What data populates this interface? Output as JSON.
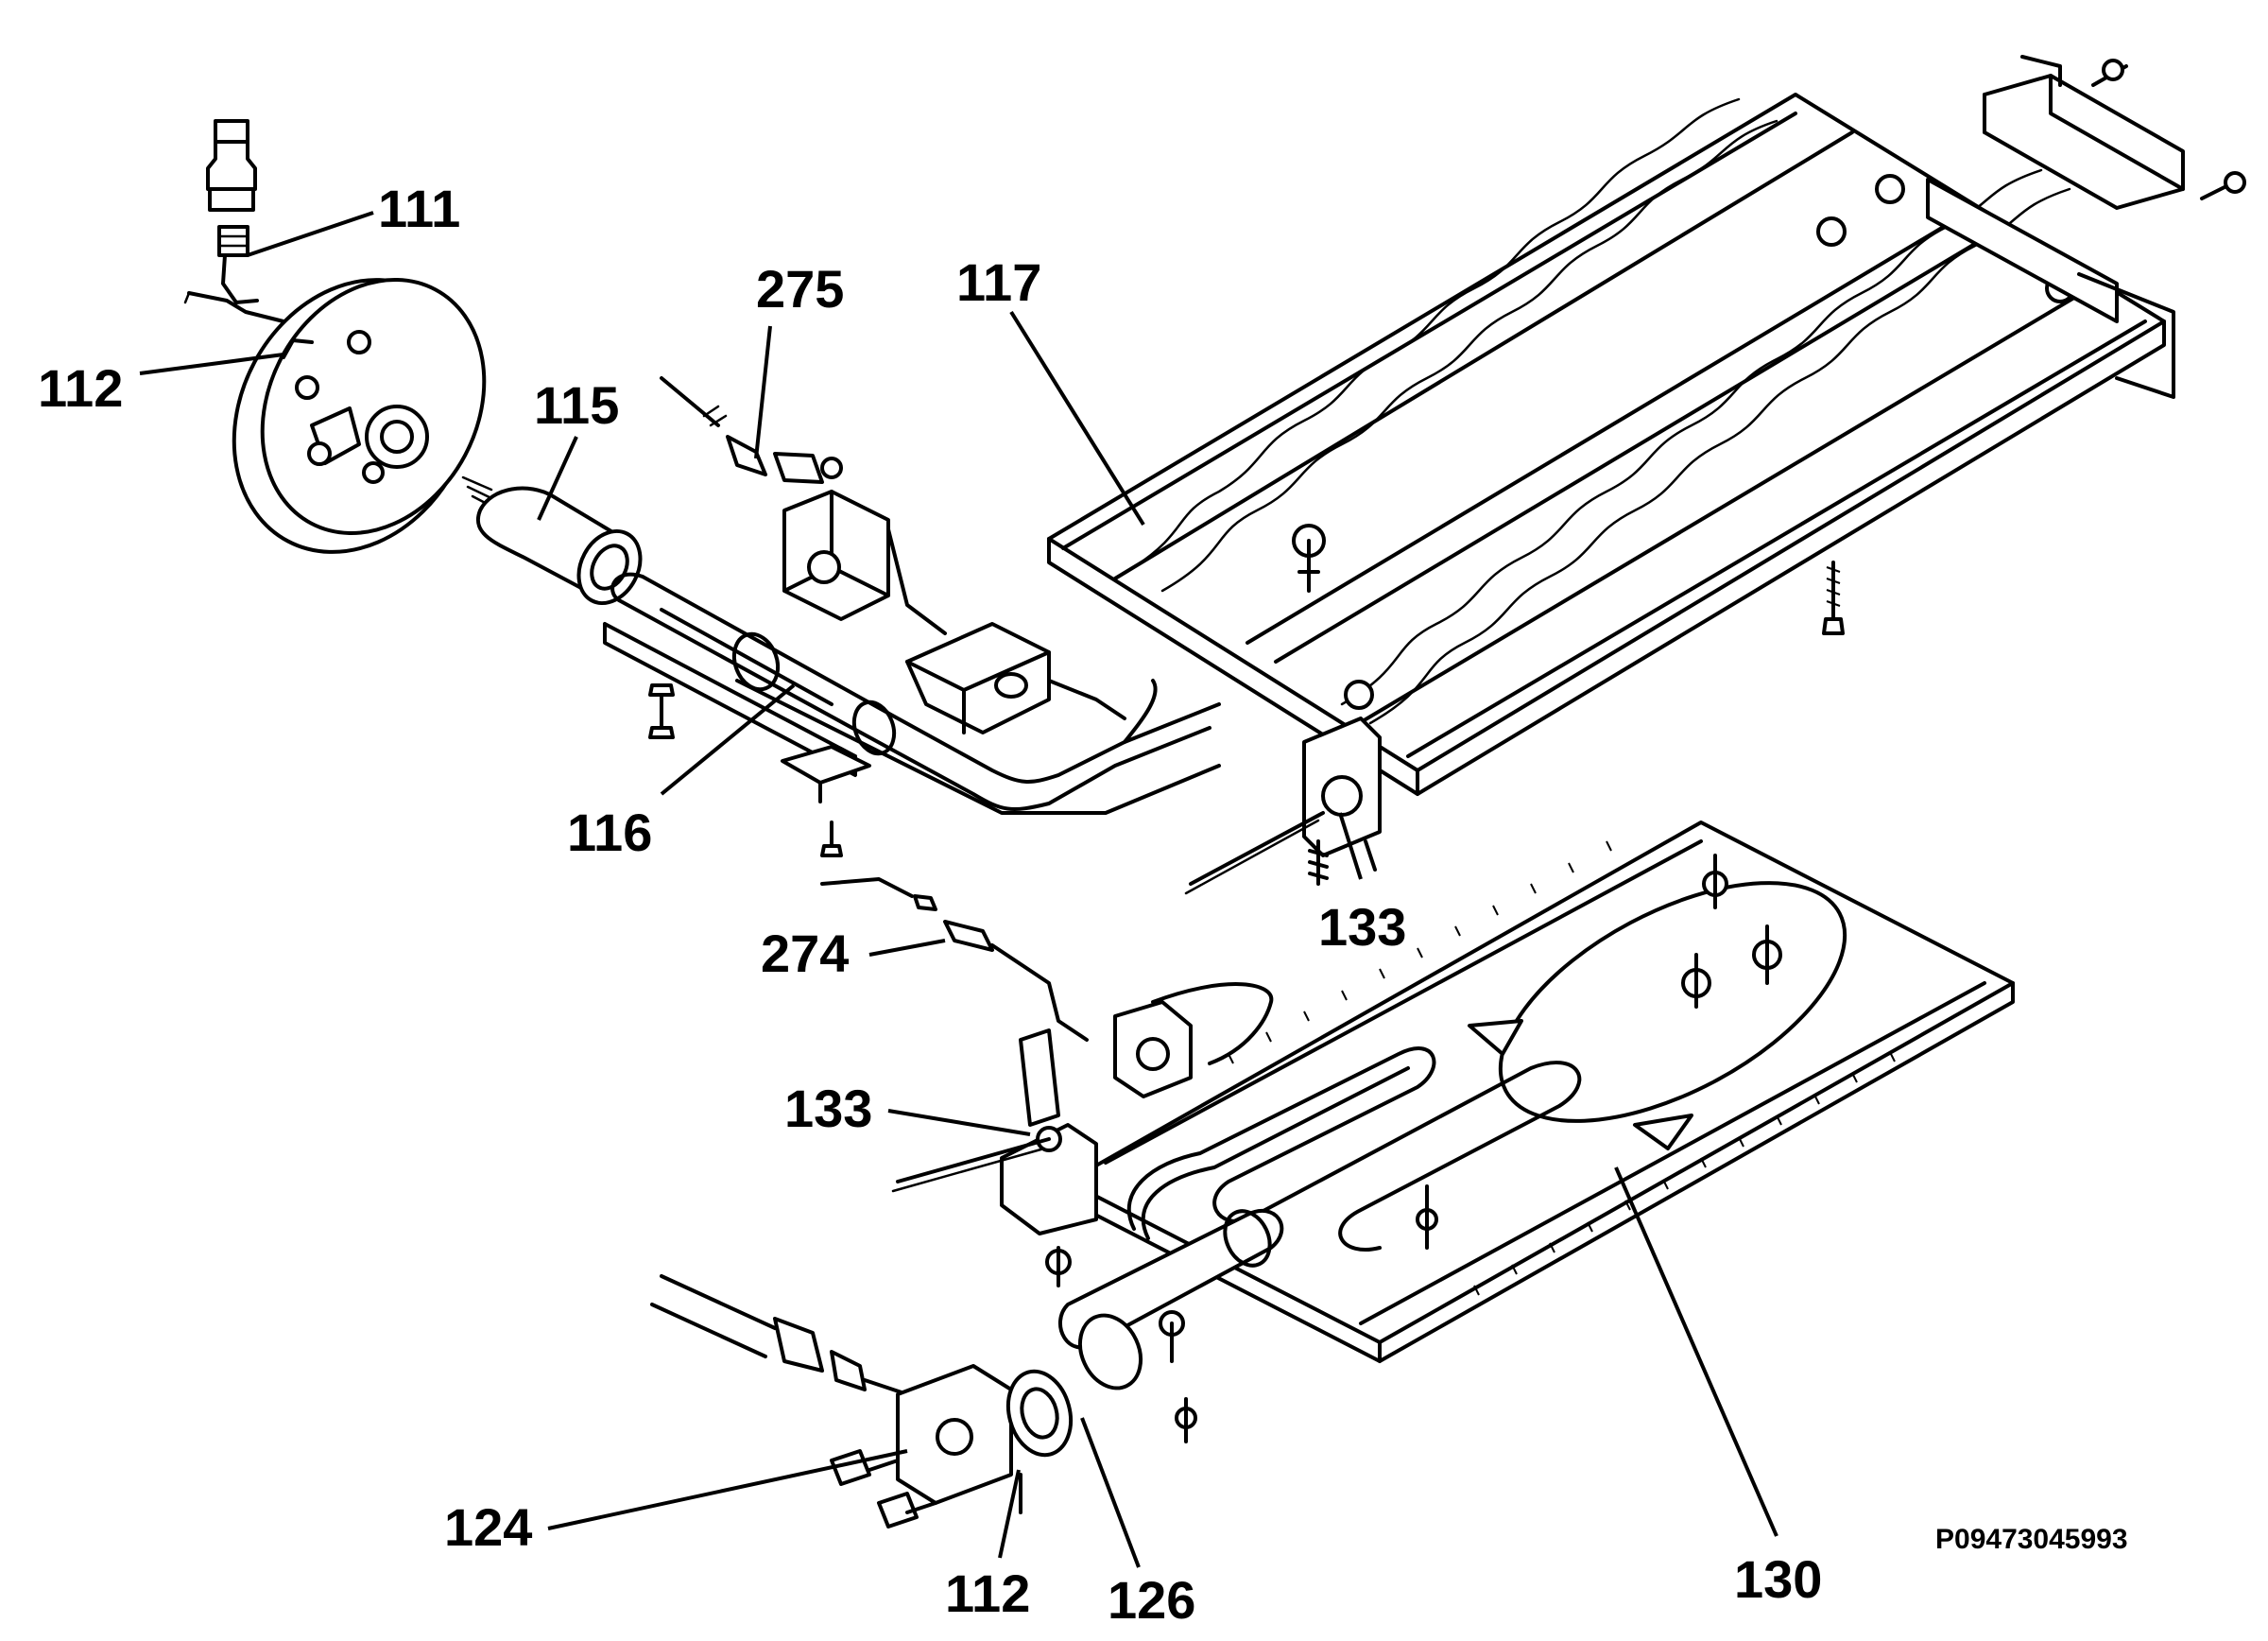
{
  "diagram": {
    "drawing_id": "P09473045993",
    "labels": [
      {
        "key": "111",
        "text": "111"
      },
      {
        "key": "112a",
        "text": "112"
      },
      {
        "key": "115",
        "text": "115"
      },
      {
        "key": "275",
        "text": "275"
      },
      {
        "key": "117",
        "text": "117"
      },
      {
        "key": "116",
        "text": "116"
      },
      {
        "key": "133a",
        "text": "133"
      },
      {
        "key": "274",
        "text": "274"
      },
      {
        "key": "133b",
        "text": "133"
      },
      {
        "key": "124",
        "text": "124"
      },
      {
        "key": "112b",
        "text": "112"
      },
      {
        "key": "126",
        "text": "126"
      },
      {
        "key": "130",
        "text": "130"
      }
    ]
  }
}
